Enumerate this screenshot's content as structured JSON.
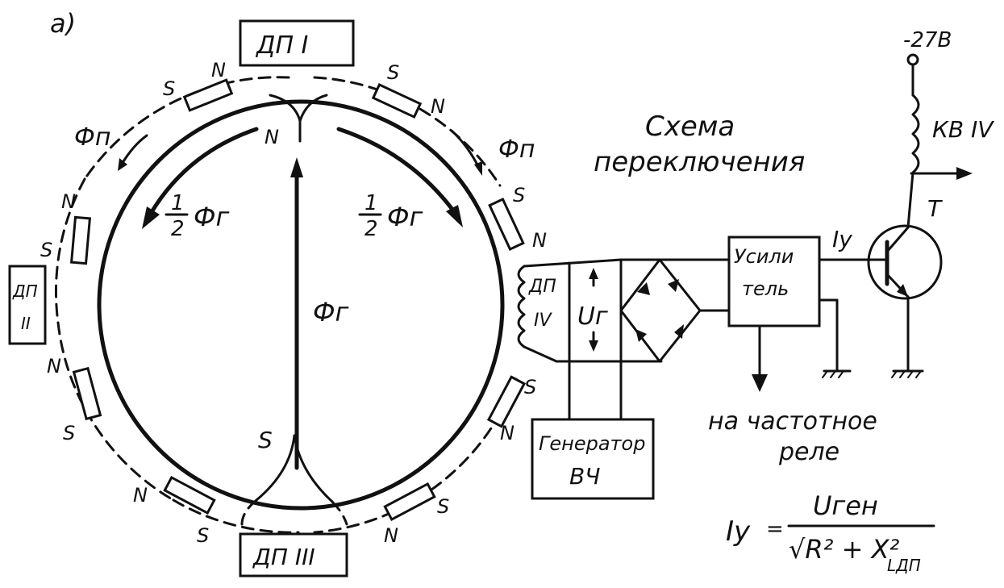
{
  "figure_label": "а)",
  "sensors": {
    "top": "ДП I",
    "left_line1": "ДП",
    "left_line2": "II",
    "bottom": "ДП III",
    "right_line1": "ДП",
    "right_line2": "IV"
  },
  "poles": {
    "north": "N",
    "south": "S"
  },
  "flux": {
    "phi_p_left": "Фп",
    "phi_p_right": "Фп",
    "half_num": "1",
    "half_den": "2",
    "phi_g_half_left": "Фг",
    "phi_g_half_right": "Фг",
    "phi_g_center": "Фг"
  },
  "circuit": {
    "scheme_title_line1": "Схема",
    "scheme_title_line2": "переключения",
    "voltage_label": "Uг",
    "generator_line1": "Генератор",
    "generator_line2": "ВЧ",
    "amplifier_line1": "Усили",
    "amplifier_line2": "тель",
    "current_label": "Iу",
    "transistor_label": "Т",
    "relay_coil_label": "КВ IV",
    "supply_label": "-27В",
    "output_line1": "на частотное",
    "output_line2": "реле"
  },
  "formula": {
    "lhs": "Iу",
    "eq": "=",
    "numerator": "Uген",
    "denominator_main": "√R² + X²",
    "denominator_sub": "LДП"
  }
}
